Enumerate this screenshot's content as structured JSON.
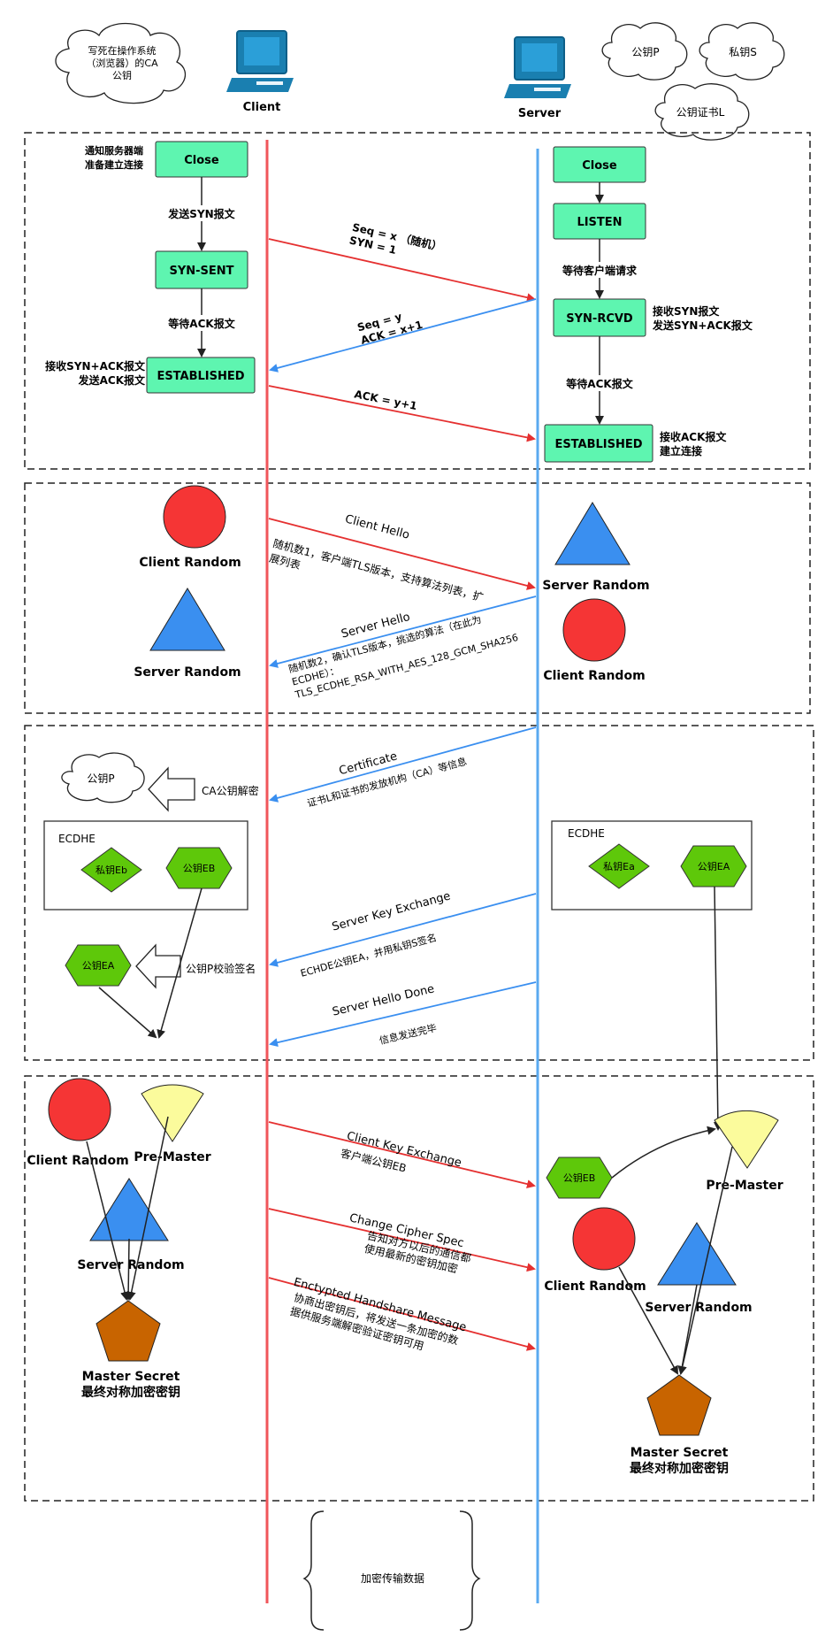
{
  "header": {
    "client_label": "Client",
    "server_label": "Server",
    "cloud_ca": [
      "写死在操作系统",
      "（浏览器）的CA",
      "公钥"
    ],
    "cloud_pubkey": "公钥P",
    "cloud_privkey": "私钥S",
    "cloud_cert": "公钥证书L"
  },
  "tcp": {
    "client_note": [
      "通知服务器端",
      "准备建立连接"
    ],
    "client_close": "Close",
    "send_syn": "发送SYN报文",
    "syn_sent": "SYN-SENT",
    "wait_ack": "等待ACK报文",
    "recv_synack": [
      "接收SYN+ACK报文",
      "发送ACK报文"
    ],
    "client_established": "ESTABLISHED",
    "server_close": "Close",
    "listen": "LISTEN",
    "wait_client": "等待客户端请求",
    "syn_rcvd": "SYN-RCVD",
    "recv_syn": [
      "接收SYN报文",
      "发送SYN+ACK报文"
    ],
    "server_wait_ack": "等待ACK报文",
    "server_established": "ESTABLISHED",
    "recv_ack": [
      "接收ACK报文",
      "建立连接"
    ],
    "msg1": [
      "Seq = x （随机）",
      "SYN = 1"
    ],
    "msg2": [
      "Seq = y",
      "ACK = x+1"
    ],
    "msg3": "ACK = y+1"
  },
  "hello": {
    "client_random": "Client Random",
    "server_random": "Server Random",
    "client_hello": "Client Hello",
    "client_hello_desc": [
      "随机数1，客户端TLS版本，支持算法列表，扩",
      "展列表"
    ],
    "server_hello": "Server Hello",
    "server_hello_desc": [
      "随机数2，确认TLS版本，挑选的算法（在此为",
      "ECDHE）：",
      "TLS_ECDHE_RSA_WITH_AES_128_GCM_SHA256"
    ],
    "right_server_random": "Server Random",
    "right_client_random": "Client Random"
  },
  "cert": {
    "certificate": "Certificate",
    "certificate_desc": "证书L和证书的发放机构（CA）等信息",
    "pubkey_p": "公钥P",
    "ca_decrypt": "CA公钥解密",
    "ecdhe_left": "ECDHE",
    "priv_eb": "私钥Eb",
    "pub_eb": "公钥EB",
    "ecdhe_right": "ECDHE",
    "priv_ea": "私钥Ea",
    "pub_ea": "公钥EA",
    "ske": "Server Key Exchange",
    "ske_desc": "ECHDE公钥EA，并用私钥S签名",
    "left_pub_ea": "公钥EA",
    "verify_sig": "公钥P校验签名",
    "shd": "Server Hello Done",
    "shd_desc": "信息发送完毕"
  },
  "keyex": {
    "client_random": "Client Random",
    "pre_master": "Pre-Master",
    "server_random": "Server Random",
    "master_secret": "Master Secret",
    "final_key": "最终对称加密密钥",
    "cke": "Client Key Exchange",
    "cke_desc": "客户端公钥EB",
    "ccs": "Change Cipher Spec",
    "ccs_desc": [
      "告知对方以后的通信都",
      "使用最新的密钥加密"
    ],
    "ehm": "Enctypted Handshare Message",
    "ehm_desc": [
      "协商出密钥后，将发送一条加密的数",
      "据供服务端解密验证密钥可用"
    ],
    "right_pub_eb": "公钥EB",
    "right_pre_master": "Pre-Master",
    "right_client_random": "Client Random",
    "right_server_random": "Server Random",
    "right_master_secret": "Master Secret",
    "right_final_key": "最终对称加密密钥"
  },
  "footer": {
    "encrypted_data": "加密传输数据"
  },
  "colors": {
    "client_line": "#f0555a",
    "server_line": "#5aaaf0",
    "state_box": "#5ef5b0",
    "red_circle": "#f53535",
    "blue_triangle": "#3a8ff0",
    "green_key": "#5ec80a",
    "yellow_sector": "#fbfb9c",
    "orange_pentagon": "#c86400"
  }
}
